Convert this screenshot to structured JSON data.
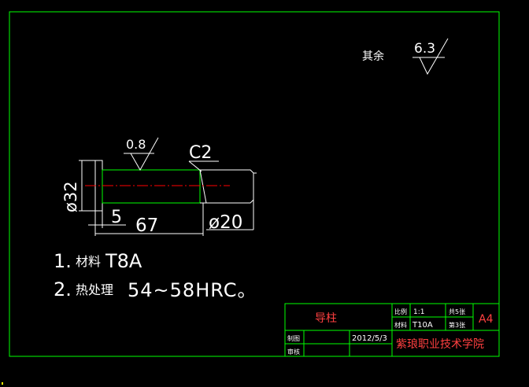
{
  "roughness": {
    "prefix": "其余",
    "value": "6.3"
  },
  "part": {
    "roughness_label": "0.8",
    "chamfer_label": "C2",
    "dim_head_dia": "ø32",
    "dim_head_len": "5",
    "dim_total_len": "67",
    "dim_shaft_dia": "ø20"
  },
  "notes": {
    "n1_num": "1.",
    "n1_label": "材料",
    "n1_value": "T8A",
    "n2_num": "2.",
    "n2_label": "热处理",
    "n2_value": "54~58HRC。"
  },
  "title_block": {
    "part_name": "导柱",
    "scale_label": "比例",
    "scale": "1:1",
    "material_label": "材料",
    "material": "T10A",
    "sheets_total": "共5张",
    "sheet_no": "第3张",
    "paper": "A4",
    "date": "2012/5/3",
    "designer_label": "制图",
    "checker_label": "审核",
    "school": "紫琅职业技术学院"
  },
  "colors": {
    "background": "#000000",
    "border": "#00ff00",
    "text": "#ffffff",
    "centerline": "#ff0000",
    "accent": "#ffff00"
  }
}
